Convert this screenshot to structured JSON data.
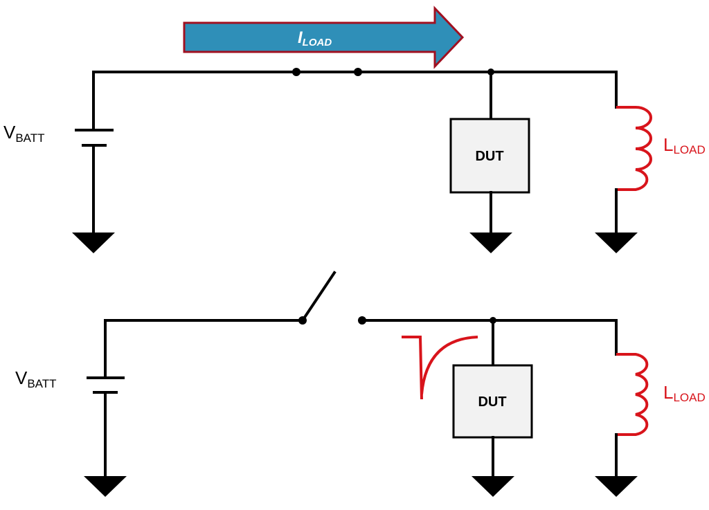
{
  "load_current_arrow": {
    "main": "I",
    "sub": "LOAD",
    "fill": "#2f8fb8",
    "stroke": "#a01020"
  },
  "top_circuit": {
    "battery_label": {
      "main": "V",
      "sub": "BATT"
    },
    "dut_label": "DUT",
    "inductor_label": {
      "main": "L",
      "sub": "LOAD"
    },
    "switch_state": "closed"
  },
  "bottom_circuit": {
    "battery_label": {
      "main": "V",
      "sub": "BATT"
    },
    "dut_label": "DUT",
    "inductor_label": {
      "main": "L",
      "sub": "LOAD"
    },
    "switch_state": "open",
    "transient_waveform": "negative-spike"
  },
  "colors": {
    "wire": "#000000",
    "inductor": "#d8141b",
    "transient": "#d8141b"
  }
}
